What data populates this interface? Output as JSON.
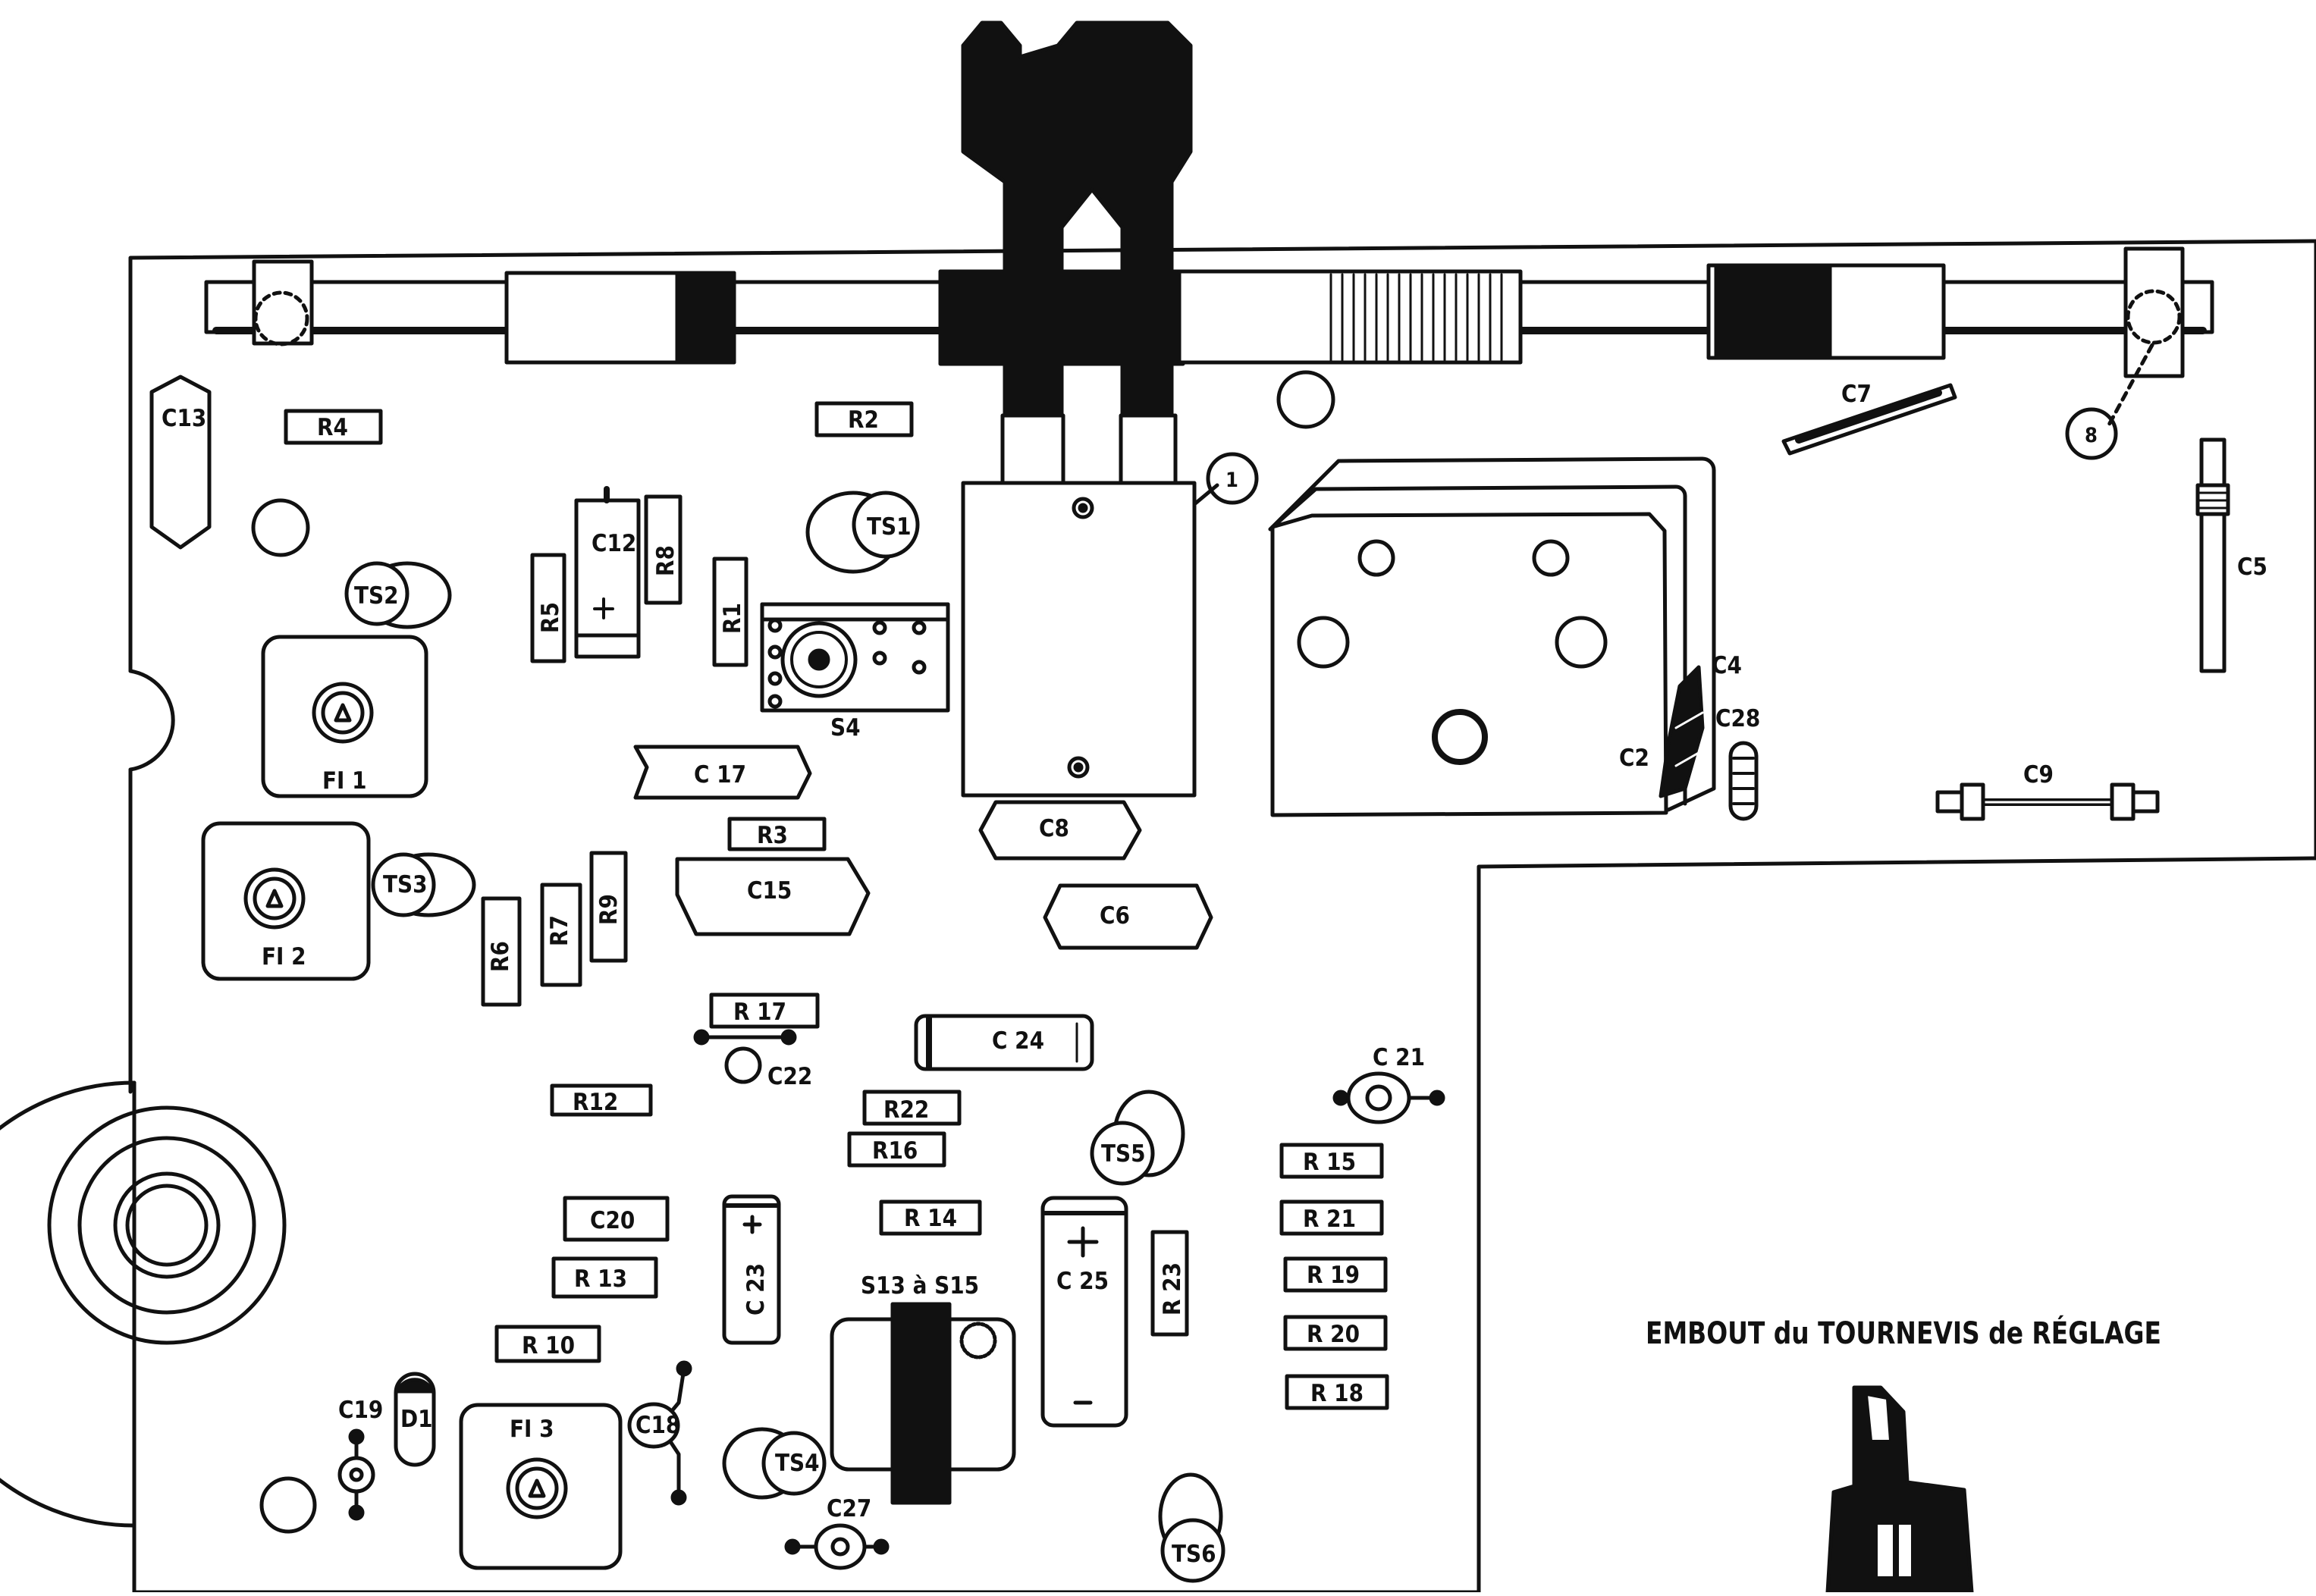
{
  "diagram": {
    "caption": "EMBOUT du TOURNEVIS de RÉGLAGE",
    "callouts": [
      "1",
      "8"
    ],
    "component_labels": [
      {
        "id": "C13",
        "label": "C13"
      },
      {
        "id": "R4",
        "label": "R4"
      },
      {
        "id": "R2",
        "label": "R2"
      },
      {
        "id": "C12",
        "label": "C12"
      },
      {
        "id": "R8",
        "label": "R8"
      },
      {
        "id": "R5",
        "label": "R5"
      },
      {
        "id": "R1",
        "label": "R1"
      },
      {
        "id": "TS1",
        "label": "TS1"
      },
      {
        "id": "TS2",
        "label": "TS2"
      },
      {
        "id": "S4",
        "label": "S4"
      },
      {
        "id": "FI1",
        "label": "FI 1"
      },
      {
        "id": "C17",
        "label": "C 17"
      },
      {
        "id": "R3",
        "label": "R3"
      },
      {
        "id": "C15",
        "label": "C15"
      },
      {
        "id": "C8",
        "label": "C8"
      },
      {
        "id": "C6",
        "label": "C6"
      },
      {
        "id": "FI2",
        "label": "FI 2"
      },
      {
        "id": "TS3",
        "label": "TS3"
      },
      {
        "id": "R6",
        "label": "R6"
      },
      {
        "id": "R7",
        "label": "R7"
      },
      {
        "id": "R9",
        "label": "R9"
      },
      {
        "id": "R17",
        "label": "R 17"
      },
      {
        "id": "C22",
        "label": "C22"
      },
      {
        "id": "C24",
        "label": "C 24"
      },
      {
        "id": "R12",
        "label": "R12"
      },
      {
        "id": "R22",
        "label": "R22"
      },
      {
        "id": "R16",
        "label": "R16"
      },
      {
        "id": "TS5",
        "label": "TS5"
      },
      {
        "id": "C21",
        "label": "C 21"
      },
      {
        "id": "R15",
        "label": "R 15"
      },
      {
        "id": "R21",
        "label": "R 21"
      },
      {
        "id": "R19",
        "label": "R 19"
      },
      {
        "id": "R20",
        "label": "R 20"
      },
      {
        "id": "R18",
        "label": "R 18"
      },
      {
        "id": "C20",
        "label": "C20"
      },
      {
        "id": "R13",
        "label": "R 13"
      },
      {
        "id": "C23",
        "label": "C 23"
      },
      {
        "id": "R14",
        "label": "R 14"
      },
      {
        "id": "S13S15",
        "label": "S13 à S15"
      },
      {
        "id": "C25",
        "label": "C 25"
      },
      {
        "id": "R23",
        "label": "R 23"
      },
      {
        "id": "R10",
        "label": "R 10"
      },
      {
        "id": "C19",
        "label": "C19"
      },
      {
        "id": "D1",
        "label": "D1"
      },
      {
        "id": "FI3",
        "label": "FI 3"
      },
      {
        "id": "C18",
        "label": "C18"
      },
      {
        "id": "TS4",
        "label": "TS4"
      },
      {
        "id": "C27",
        "label": "C27"
      },
      {
        "id": "TS6",
        "label": "TS6"
      },
      {
        "id": "C7",
        "label": "C7"
      },
      {
        "id": "C5",
        "label": "C5"
      },
      {
        "id": "C4",
        "label": "C4"
      },
      {
        "id": "C28",
        "label": "C28"
      },
      {
        "id": "C2",
        "label": "C2"
      },
      {
        "id": "C9",
        "label": "C9"
      }
    ],
    "colors": {
      "ink": "#111111",
      "paper": "#ffffff"
    }
  }
}
